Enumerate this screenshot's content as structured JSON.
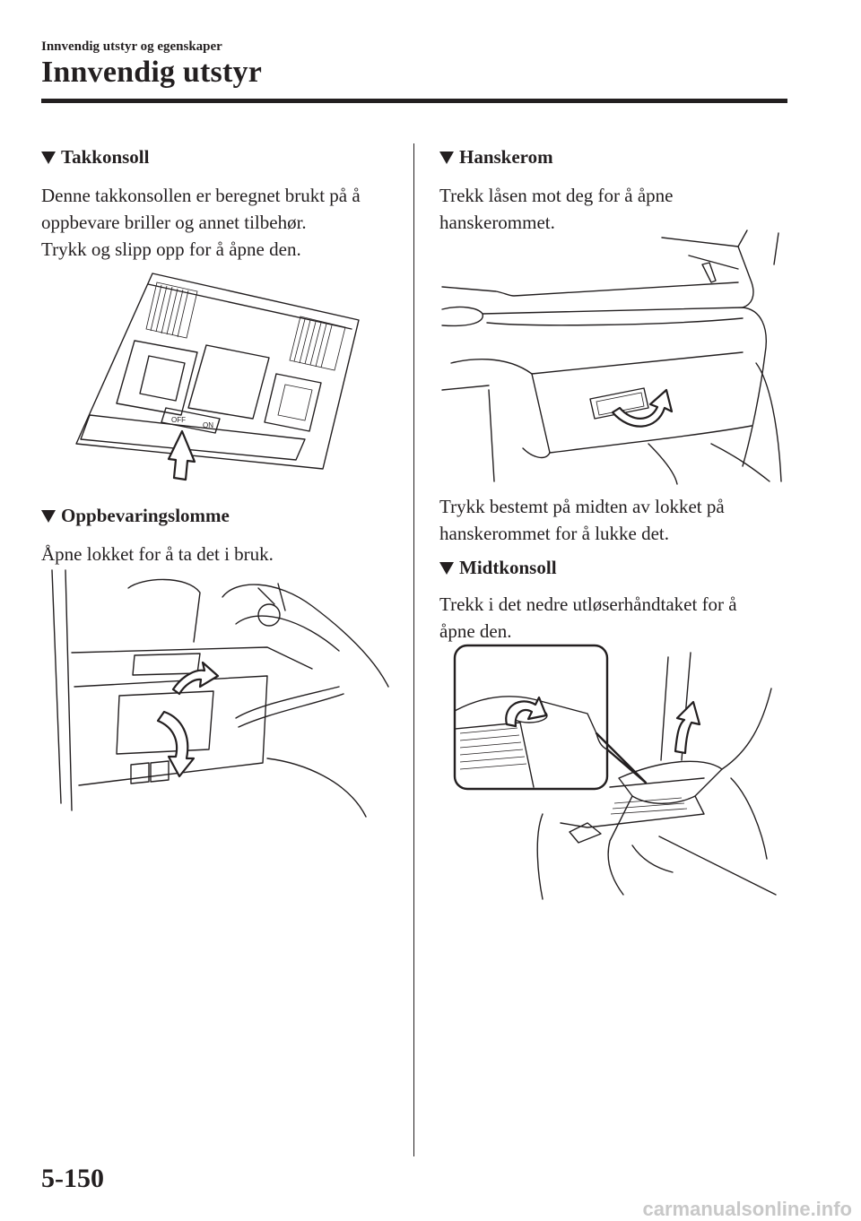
{
  "header": {
    "chapter": "Innvendig utstyr og egenskaper",
    "title": "Innvendig utstyr"
  },
  "sections": {
    "takkonsoll": {
      "heading": "Takkonsoll",
      "lines": [
        "Denne takkonsollen er beregnet brukt på å",
        "oppbevare briller og annet tilbehør.",
        "Trykk og slipp opp for å åpne den."
      ],
      "switch_off": "OFF",
      "switch_on": "ON"
    },
    "oppbevaringslomme": {
      "heading": "Oppbevaringslomme",
      "lines": [
        "Åpne lokket for å ta det i bruk."
      ]
    },
    "hanskerom": {
      "heading": "Hanskerom",
      "lines": [
        "Trekk låsen mot deg for å åpne",
        "hanskerommet."
      ],
      "lines2": [
        "Trykk bestemt på midten av lokket på",
        "hanskerommet for å lukke det."
      ]
    },
    "midtkonsoll": {
      "heading": "Midtkonsoll",
      "lines": [
        "Trekk i det nedre utløserhåndtaket for å",
        "åpne den."
      ]
    }
  },
  "footer": {
    "page_number": "5-150",
    "watermark": "carmanualsonline.info"
  }
}
